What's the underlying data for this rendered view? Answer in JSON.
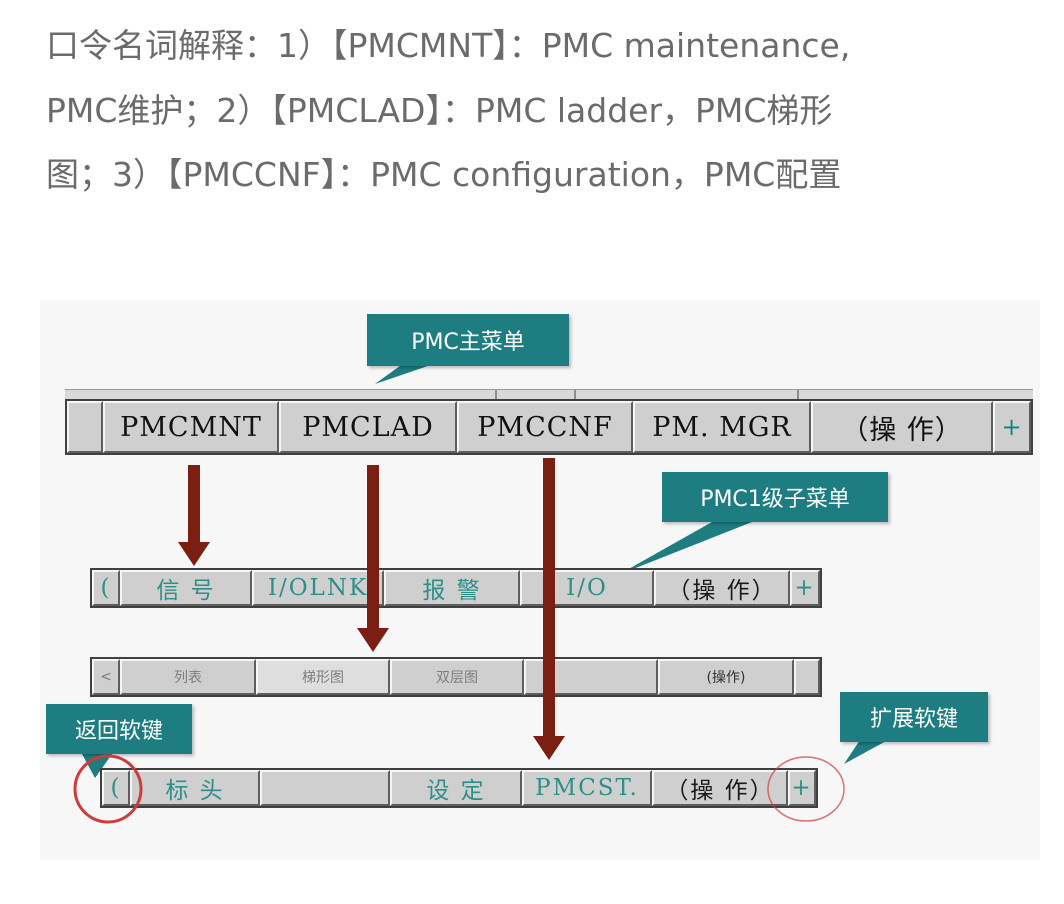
{
  "intro": {
    "line1": "口令名词解释：1）【PMCMNT】：PMC maintenance,",
    "line2": "PMC维护；2）【PMCLAD】：PMC ladder，PMC梯形",
    "line3": "图；3）【PMCCNF】：PMC configuration，PMC配置"
  },
  "callouts": {
    "main_menu": "PMC主菜单",
    "sub_menu": "PMC1级子菜单",
    "return_key": "返回软键",
    "extend_key": "扩展软键"
  },
  "main_bar": {
    "pmcmnt": "PMCMNT",
    "pmclad": "PMCLAD",
    "pmccnf": "PMCCNF",
    "pmmgr": "PM. MGR",
    "ops": "（操 作）",
    "plus": "+"
  },
  "sub_bar_1": {
    "back": "(",
    "signal": "信 号",
    "iolnk": "I/OLNK",
    "alarm": "报 警",
    "io": "I/O",
    "ops": "（操 作）",
    "plus": "+"
  },
  "sub_bar_2": {
    "back": "<",
    "list": "列表",
    "ladder": "梯形图",
    "dual": "双层图",
    "empty": "",
    "ops": "(操作)",
    "end": ""
  },
  "sub_bar_3": {
    "back": "(",
    "title": "标 头",
    "empty": "",
    "setting": "设 定",
    "pmcst": "PMCST.",
    "ops": "（操 作）",
    "plus": "+"
  },
  "colors": {
    "callout": "#1d7d80",
    "arrow": "#7a1f12",
    "circle": "#cf3b3b",
    "intro_text": "#6b6b6b"
  }
}
